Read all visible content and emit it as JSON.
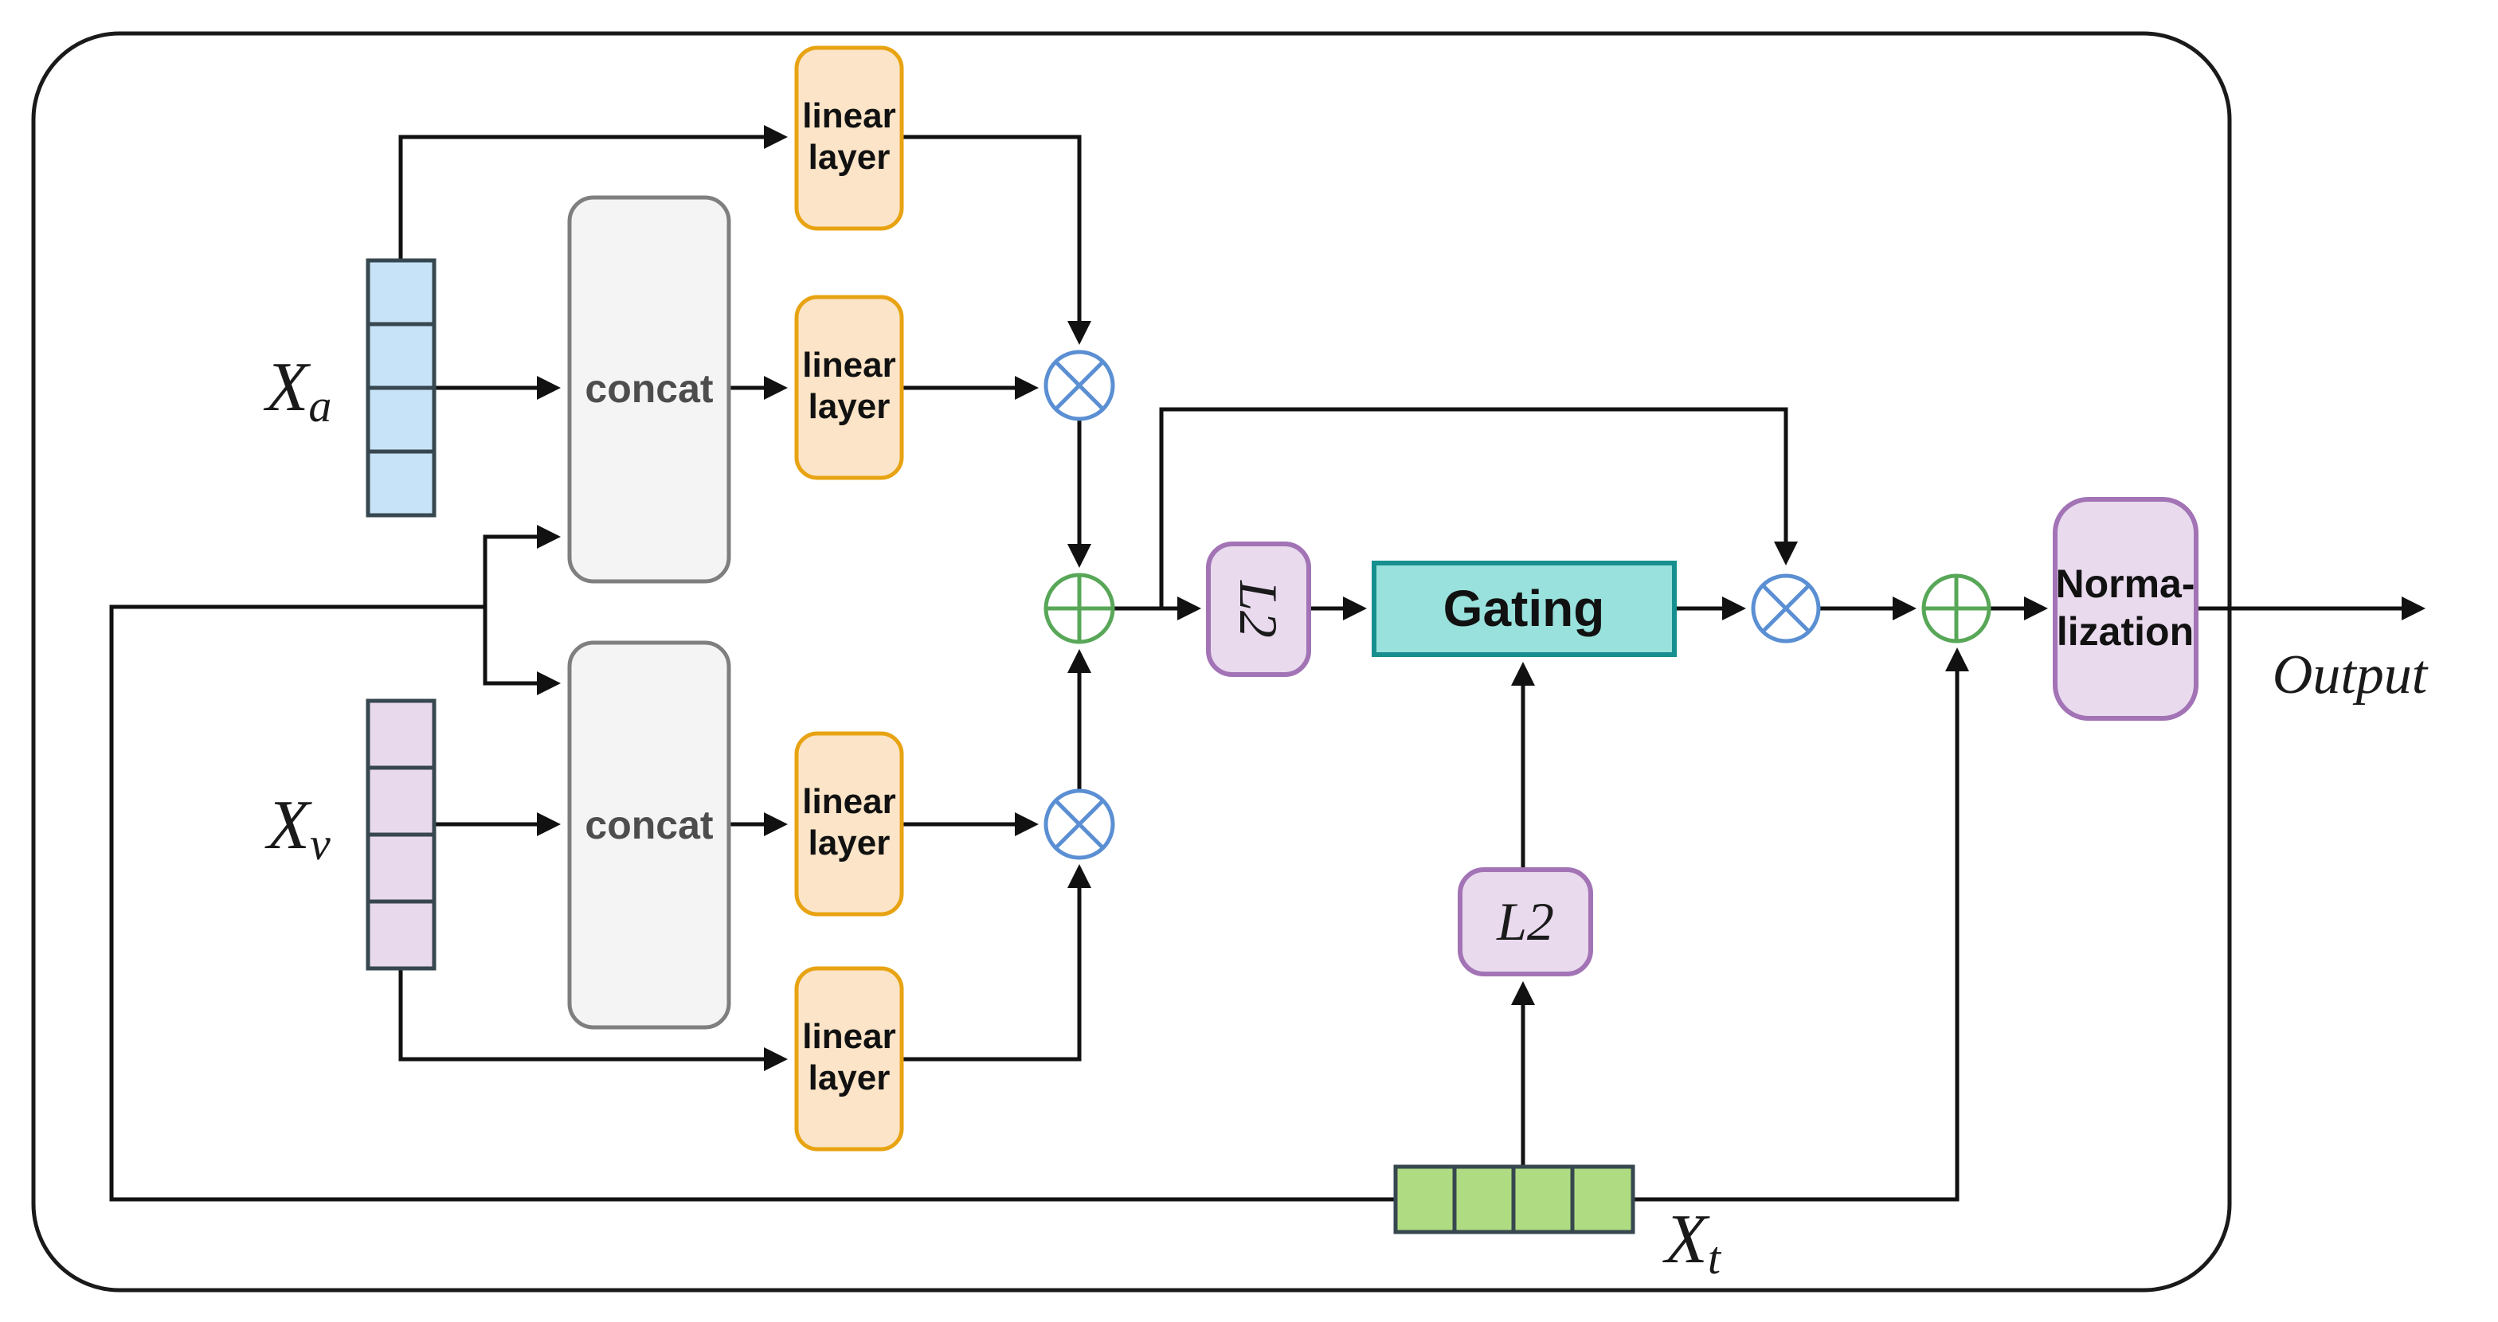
{
  "diagram": {
    "title_hint": "multimodal gated fusion block",
    "inputs": {
      "audio": {
        "label_base": "X",
        "label_sub": "a",
        "cells": 4,
        "color": "#c7e3f8"
      },
      "visual": {
        "label_base": "X",
        "label_sub": "v",
        "cells": 4,
        "color": "#e8daec"
      },
      "text": {
        "label_base": "X",
        "label_sub": "t",
        "cells": 4,
        "color": "#afdc82"
      }
    },
    "blocks": {
      "concat": {
        "label": "concat",
        "fill": "#f4f4f4",
        "border": "#7f7f7f"
      },
      "linear_layer": {
        "line1": "linear",
        "line2": "layer",
        "fill": "#fbe4c7",
        "border": "#e8a312"
      },
      "l2_norm": {
        "label": "L2",
        "fill": "#e9daee",
        "border": "#a273b5"
      },
      "gating": {
        "label": "Gating",
        "fill": "#99e1dc",
        "border": "#178f8f"
      },
      "normalization": {
        "line1": "Norma-",
        "line2": "lization",
        "fill": "#e9daee",
        "border": "#a273b5"
      }
    },
    "operators": {
      "multiply_glyph": "circled-times (element-wise multiply)",
      "add_glyph": "circled-plus (element-wise add)",
      "multiply_color": "#5b8fd3",
      "multiply_fill": "#cce0f7",
      "add_color": "#58a758",
      "add_fill": "#cbe6c5"
    },
    "output_label": "Output"
  }
}
